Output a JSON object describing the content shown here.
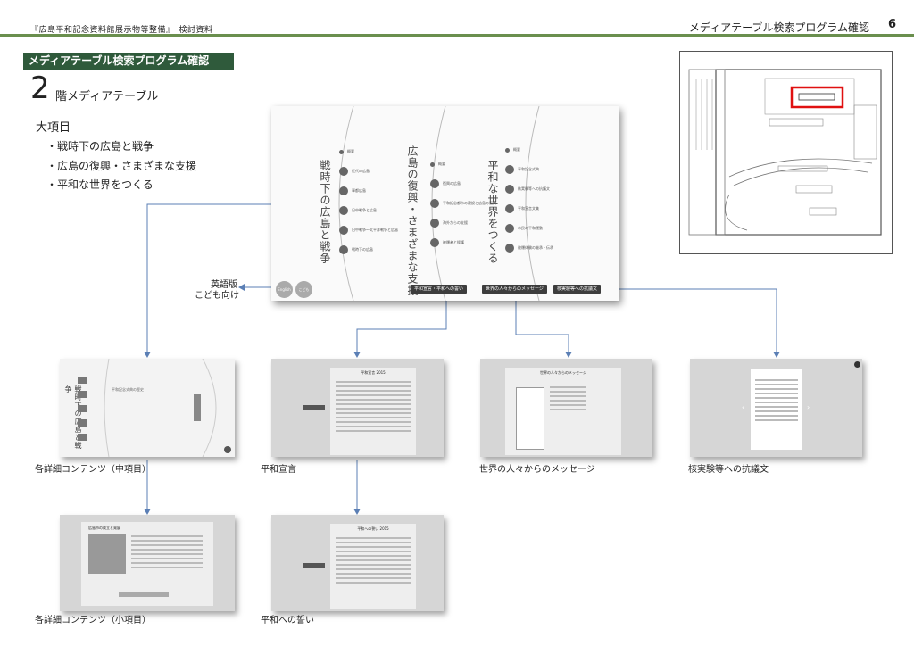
{
  "header": {
    "left": "『広島平和記念資料館展示物等整備』　検討資料",
    "right": "メディアテーブル検索プログラム確認",
    "page": "6"
  },
  "title": "メディアテーブル検索プログラム確認",
  "floor": {
    "num": "2",
    "label": "階メディアテーブル"
  },
  "categories": {
    "heading": "大項目",
    "items": [
      "・戦時下の広島と戦争",
      "・広島の復興・さまざまな支援",
      "・平和な世界をつくる"
    ]
  },
  "main_screen": {
    "col1_title": "戦時下の広島と戦争",
    "col2_title": "広島の復興・さまざまな支援",
    "col3_title": "平和な世界をつくる",
    "col1_items": [
      "概要",
      "近代の広島",
      "軍都広島",
      "日中戦争と広島",
      "日中戦争～太平洋戦争と広島",
      "戦時下の広島"
    ],
    "col2_items": [
      "概要",
      "復興の広島",
      "平和記念都市の建設と広島の復興",
      "海外からの支援",
      "被爆者と援護"
    ],
    "col3_items": [
      "概要",
      "平和記念式典",
      "核実験等への抗議文",
      "平和宣言文集",
      "市民の平和運動",
      "被爆体験の継承・伝承"
    ],
    "btn1": "平和宣言・平和への誓い",
    "btn2": "世界の人々からのメッセージ",
    "btn3": "核実験等への抗議文",
    "circle1": "English",
    "circle2": "こども"
  },
  "side_note": {
    "line1": "英語版",
    "line2": "こども向け"
  },
  "thumbs": {
    "t1_caption": "各詳細コンテンツ（中項目）",
    "t2_caption": "平和宣言",
    "t3_caption": "世界の人々からのメッセージ",
    "t4_caption": "核実験等への抗議文",
    "t5_caption": "各詳細コンテンツ（小項目）",
    "t6_caption": "平和への誓い",
    "t1_vtitle": "戦時下の広島と戦争",
    "t1_subtitle": "平和記念式典の歴史",
    "t2_title": "平和宣言 2015",
    "t3_title": "世界の人々からのメッセージ",
    "t5_title": "広島市の成立と発展",
    "t6_title": "平和への誓い 2015"
  },
  "colors": {
    "accent_green": "#2f5a3b",
    "rule_green": "#6a8f4e",
    "connector": "#5b7fb5",
    "highlight": "#e01010"
  }
}
